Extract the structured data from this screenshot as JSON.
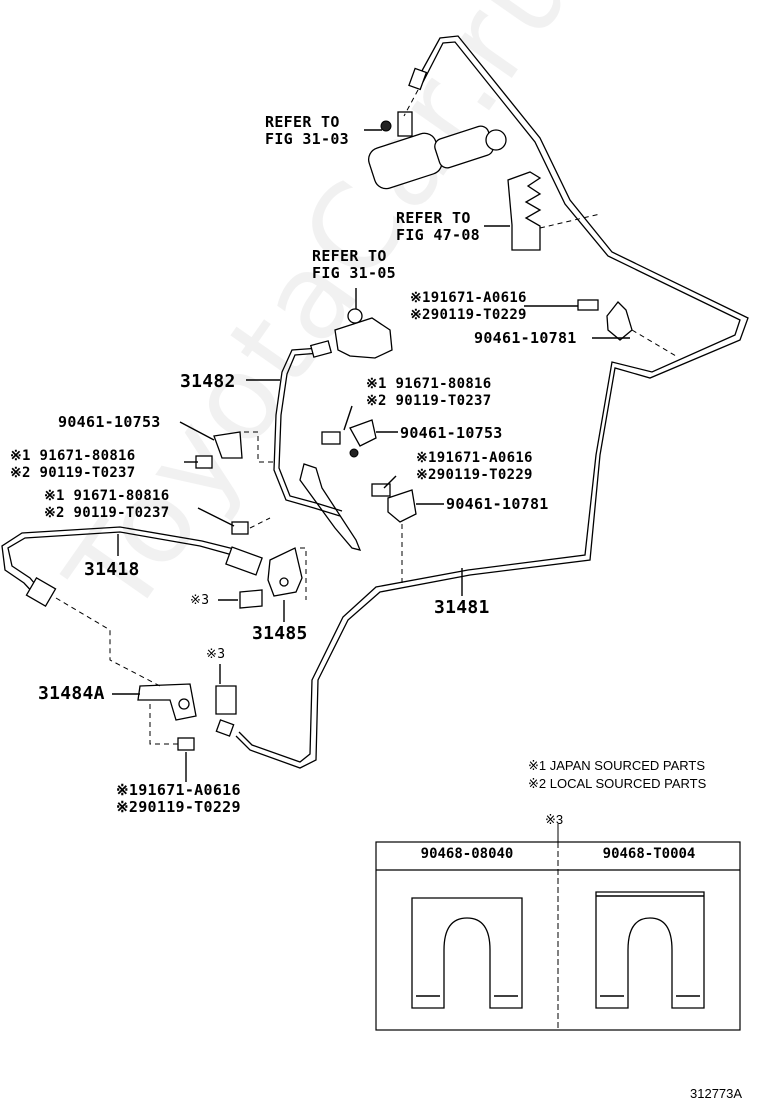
{
  "watermark": "ToyotaCar.ru",
  "labels": {
    "refer_31_03": "REFER TO\nFIG 31-03",
    "refer_47_08": "REFER TO\nFIG 47-08",
    "refer_31_05": "REFER TO\nFIG 31-05",
    "bolt_a0616_top": "※191671-A0616\n※290119-T0229",
    "clamp_10781_top": "90461-10781",
    "pipe_31482": "31482",
    "bolt_80816_mid": "※1 91671-80816\n※2 90119-T0237",
    "clamp_10753_right": "90461-10753",
    "clamp_10753_left": "90461-10753",
    "bolt_80816_left": "※1 91671-80816\n※2 90119-T0237",
    "bolt_a0616_mid": "※191671-A0616\n※290119-T0229",
    "clamp_10781_mid": "90461-10781",
    "bolt_80816_lower": "※1 91671-80816\n※2 90119-T0237",
    "hose_31418": "31418",
    "clip_mark_1": "※3",
    "bracket_31485": "31485",
    "pipe_31481": "31481",
    "clip_mark_2": "※3",
    "bracket_31484a": "31484A",
    "bolt_a0616_bottom": "※191671-A0616\n※290119-T0229"
  },
  "legend": {
    "japan": "※1 JAPAN SOURCED PARTS",
    "local": "※2 LOCAL SOURCED PARTS"
  },
  "clip_table": {
    "mark": "※3",
    "col1": "90468-08040",
    "col2": "90468-T0004"
  },
  "figure_id": "312773A"
}
